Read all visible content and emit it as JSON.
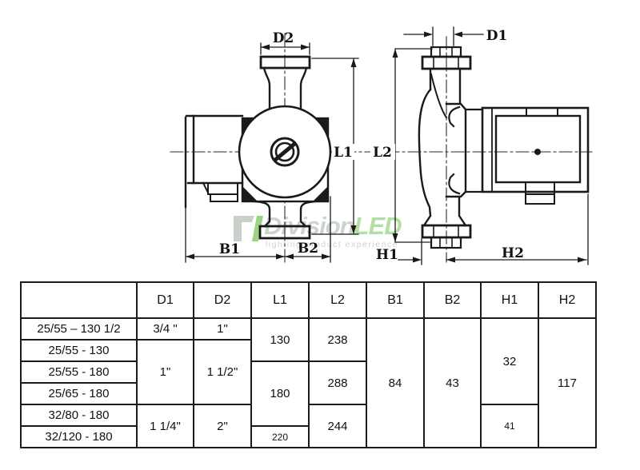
{
  "diagram": {
    "labels": {
      "d1": "D1",
      "d2": "D2",
      "l1": "L1",
      "l2": "L2",
      "b1": "B1",
      "b2": "B2",
      "h1": "H1",
      "h2": "H2"
    },
    "line_color": "#1a1a1a"
  },
  "watermark": {
    "brand_gray": "Division",
    "brand_green": "LED",
    "tagline": "lighting product experience",
    "green": "#b4dfa2",
    "gray": "#cdd3cd"
  },
  "table": {
    "headers": {
      "model": "",
      "d1": "D1",
      "d2": "D2",
      "l1": "L1",
      "l2": "L2",
      "b1": "B1",
      "b2": "B2",
      "h1": "H1",
      "h2": "H2"
    },
    "models": [
      "25/55 – 130 1/2",
      "25/55 - 130",
      "25/55 - 180",
      "25/65 - 180",
      "32/80 - 180",
      "32/120 - 180"
    ],
    "cells": {
      "d1_row1": "3/4 \"",
      "d1_rows2_4": "1\"",
      "d1_rows5_6": "1 1/4\"",
      "d2_row1": "1\"",
      "d2_rows2_4": "1 1/2\"",
      "d2_rows5_6": "2\"",
      "l1_rows1_2": "130",
      "l1_rows3_5": "180",
      "l1_row6": "220",
      "l2_rows1_2": "238",
      "l2_rows3_4": "288",
      "l2_rows5_6": "244",
      "b1_all": "84",
      "b2_all": "43",
      "h1_rows1_4": "32",
      "h1_rows5_6": "41",
      "h2_all": "117"
    }
  }
}
